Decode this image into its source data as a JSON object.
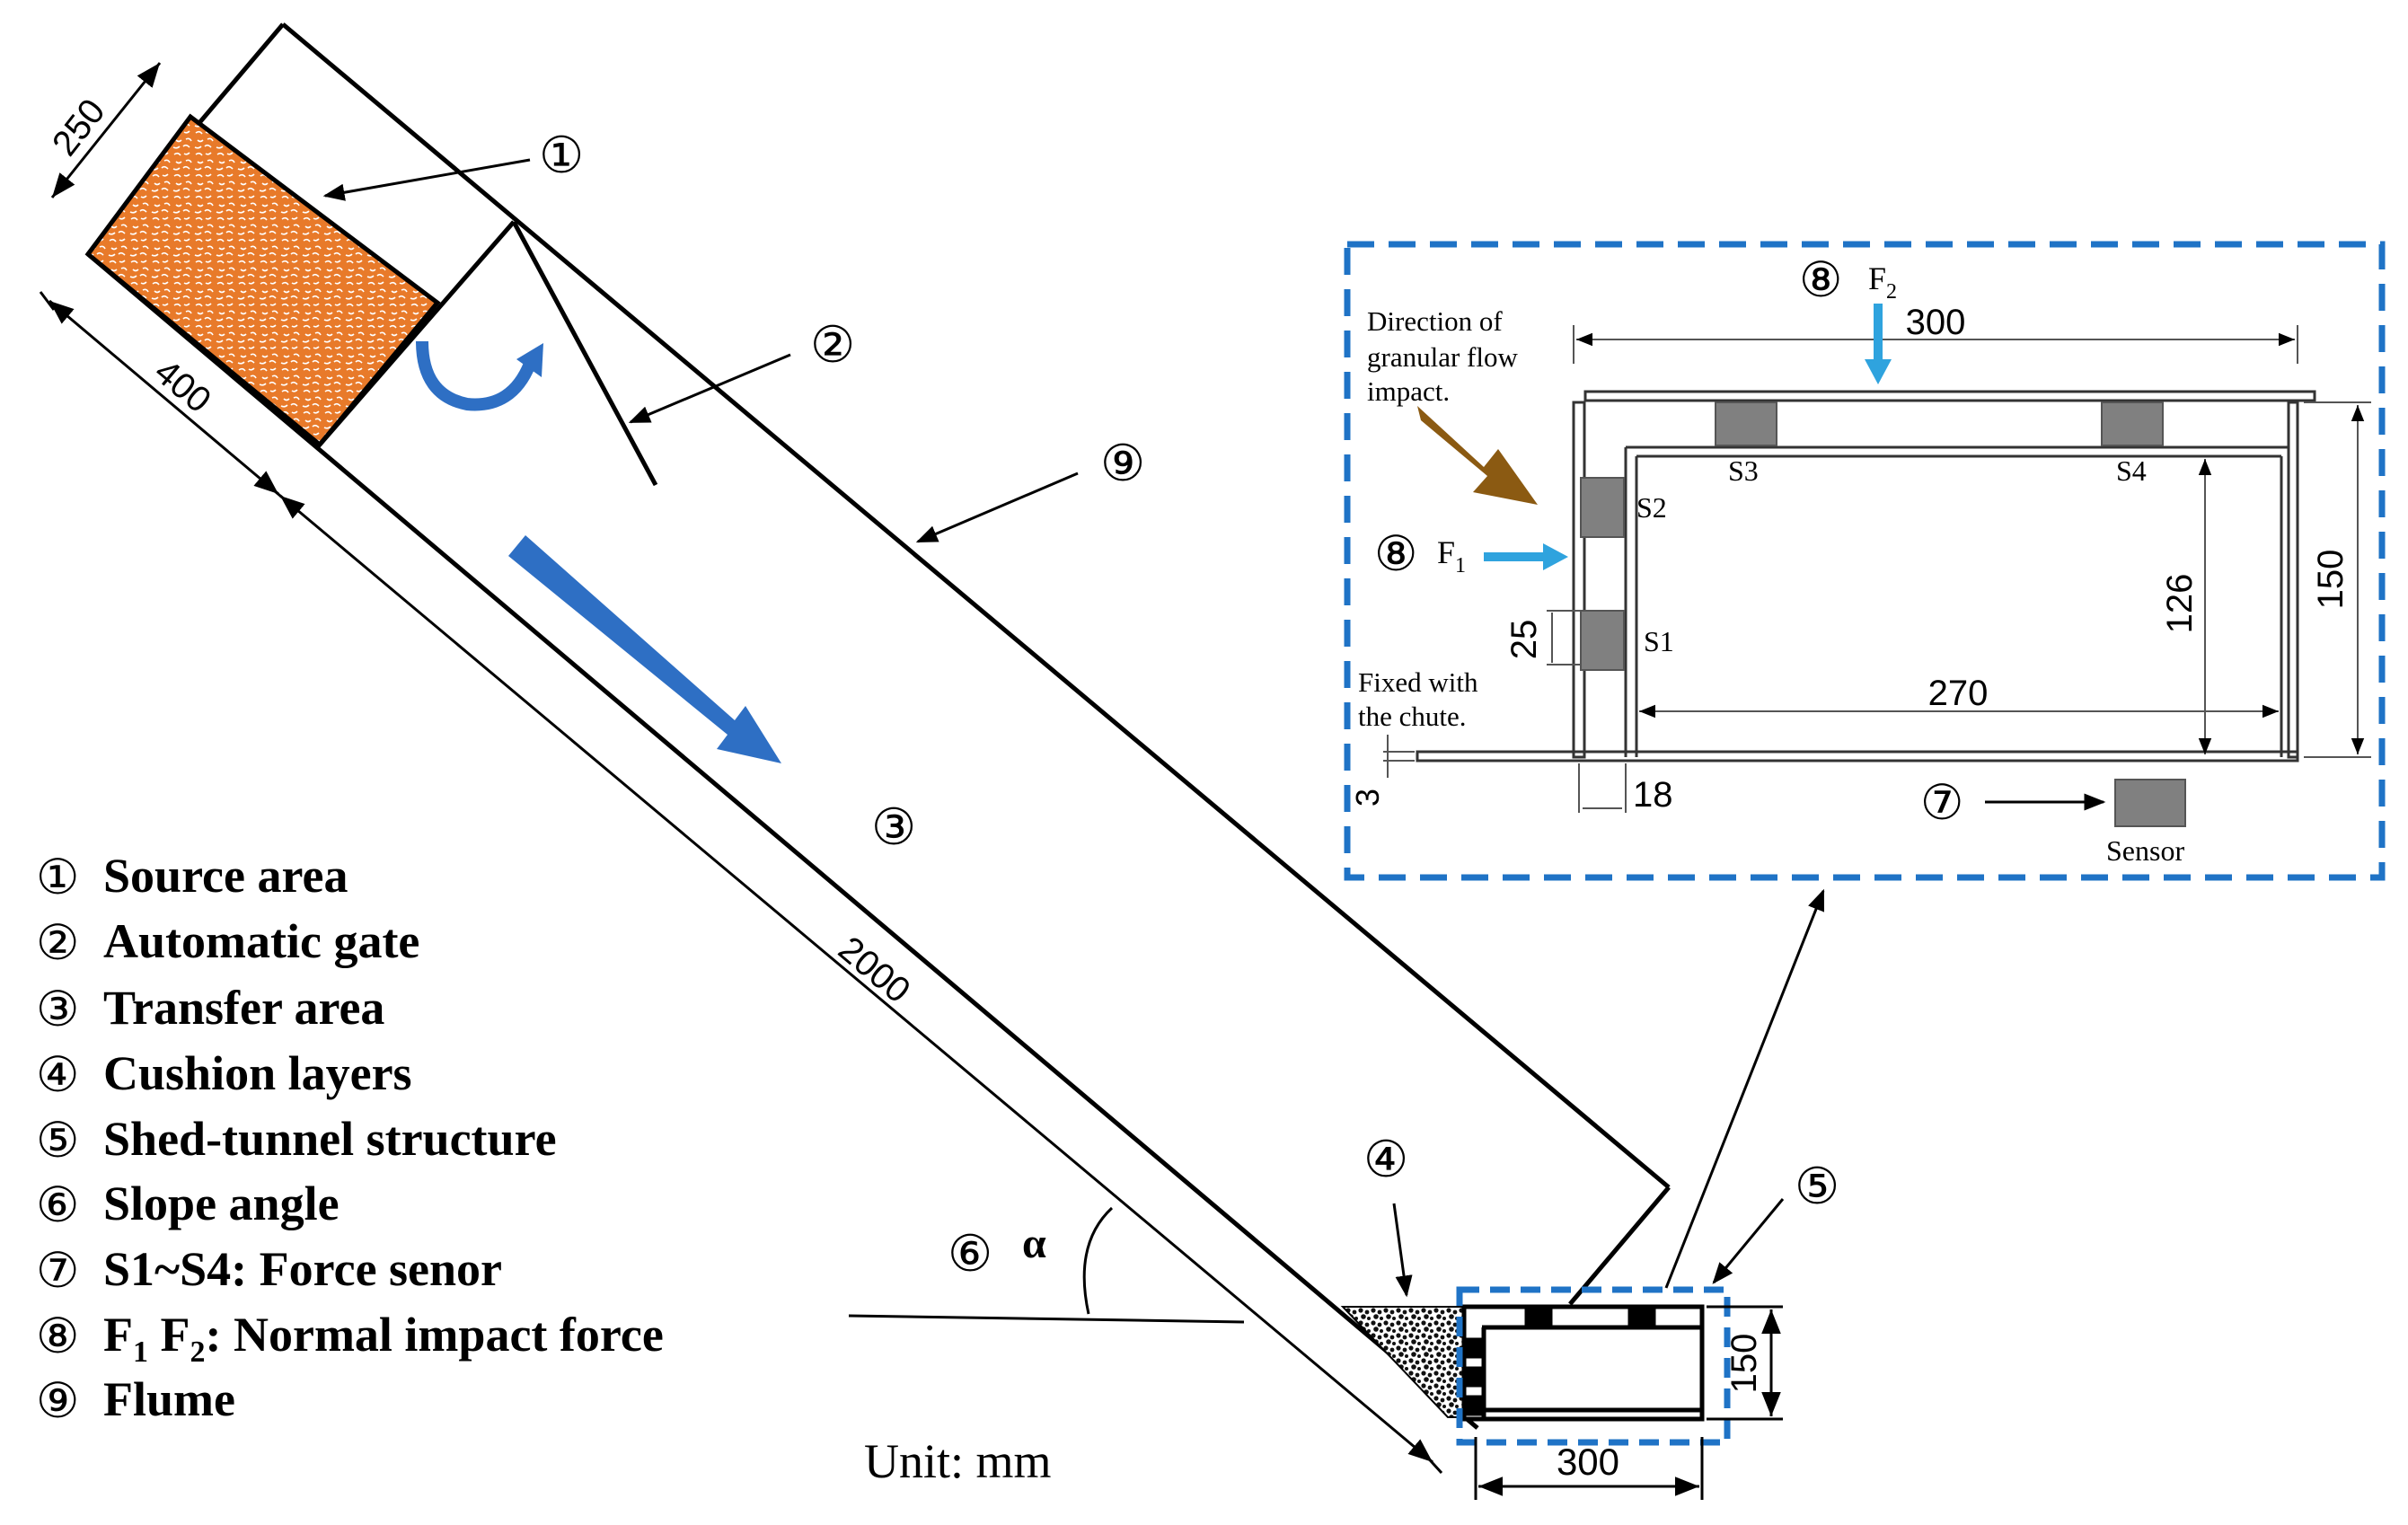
{
  "colors": {
    "source_fill": "#E87A2A",
    "blue_arrow": "#2E6FC4",
    "blue_frame": "#1F73C6",
    "impact_arrow": "#8B5A12",
    "force_arrow": "#2FA3DE",
    "sensor_gray": "#808080"
  },
  "dimensions": {
    "source_width": "250",
    "source_length": "400",
    "transfer_length": "2000",
    "shed_width_small": "300",
    "shed_height_small": "150"
  },
  "callouts": {
    "c1": "①",
    "c2": "②",
    "c3": "③",
    "c4": "④",
    "c5": "⑤",
    "c6": "⑥",
    "c7": "⑦",
    "c8": "⑧",
    "c9": "⑨"
  },
  "angle_symbol": "α",
  "unit_label": "Unit: mm",
  "legend": [
    {
      "num": "①",
      "text": "Source area"
    },
    {
      "num": "②",
      "text": "Automatic gate"
    },
    {
      "num": "③",
      "text": "Transfer area"
    },
    {
      "num": "④",
      "text": "Cushion layers"
    },
    {
      "num": "⑤",
      "text": "Shed-tunnel structure"
    },
    {
      "num": "⑥",
      "text": "Slope angle"
    },
    {
      "num": "⑦",
      "text": "S1~S4: Force senor"
    },
    {
      "num": "⑧",
      "text": "F"
    },
    {
      "num": "⑨",
      "text": "Flume"
    }
  ],
  "legend_f": {
    "f1_base": "F",
    "f1_sub": "1",
    "f2_base": "F",
    "f2_sub": "2",
    "tail": ": Normal impact force"
  },
  "detail": {
    "f2_label_base": "F",
    "f2_label_sub": "2",
    "f1_label_base": "F",
    "f1_label_sub": "1",
    "top_width": "300",
    "inner_width": "270",
    "inner_height": "126",
    "outer_height": "150",
    "sensor_spacing": "25",
    "wall_thickness": "18",
    "base_thickness": "3",
    "impact_direction_line1": "Direction of",
    "impact_direction_line2": "granular flow",
    "impact_direction_line3": "impact.",
    "fixed_line1": "Fixed with",
    "fixed_line2": "the chute.",
    "s1": "S1",
    "s2": "S2",
    "s3": "S3",
    "s4": "S4",
    "sensor_label": "Sensor"
  }
}
